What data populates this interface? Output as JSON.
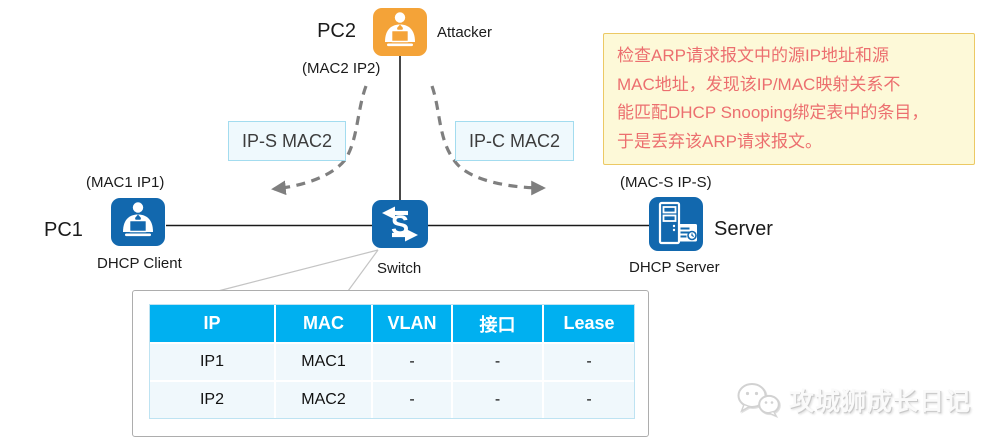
{
  "diagram": {
    "pc2": {
      "name": "PC2",
      "role": "Attacker",
      "address": "(MAC2 IP2)"
    },
    "pc1": {
      "name": "PC1",
      "role": "DHCP Client",
      "address": "(MAC1 IP1)"
    },
    "switch": {
      "name": "Switch",
      "icon_letter": "S"
    },
    "server": {
      "name": "Server",
      "role": "DHCP Server",
      "address": "(MAC-S IP-S)"
    },
    "arp_packets": {
      "to_client_side_label": "IP-S MAC2",
      "to_server_side_label": "IP-C MAC2"
    }
  },
  "note": {
    "text": "检查ARP请求报文中的源IP地址和源\nMAC地址，发现该IP/MAC映射关系不\n能匹配DHCP Snooping绑定表中的条目，\n于是丢弃该ARP请求报文。"
  },
  "binding_table": {
    "headers": [
      "IP",
      "MAC",
      "VLAN",
      "接口",
      "Lease"
    ],
    "rows": [
      [
        "IP1",
        "MAC1",
        "-",
        "-",
        "-"
      ],
      [
        "IP2",
        "MAC2",
        "-",
        "-",
        "-"
      ]
    ]
  },
  "watermark": {
    "text": "攻城狮成长日记"
  },
  "colors": {
    "node_blue": "#1268AE",
    "attacker_orange": "#F4A338",
    "table_header_cyan": "#00B0F0",
    "table_row_bg": "#F0F8FC",
    "note_bg": "#FDF9D8",
    "note_border": "#ECC964",
    "note_text": "#EC6F6F",
    "tag_bg": "#EFF9FD",
    "tag_border": "#A3DCEF",
    "dashed_arrow_gray": "#7F7F7F"
  }
}
